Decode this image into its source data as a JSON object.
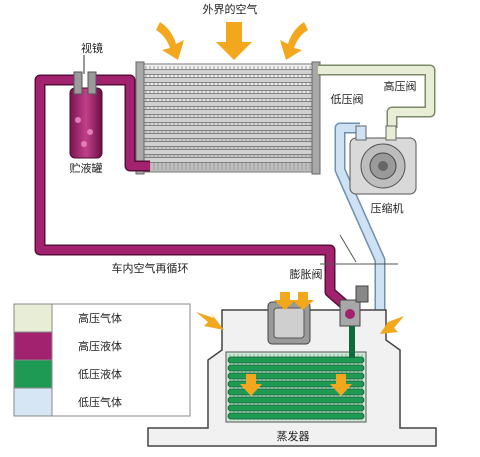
{
  "labels": {
    "outside_air": "外界的空气",
    "sight_glass": "视镜",
    "receiver_drier": "贮液罐",
    "high_pressure_valve": "高压阀",
    "low_pressure_valve": "低压阀",
    "compressor": "压缩机",
    "cabin_air_recirculation": "车内空气再循环",
    "expansion_valve": "膨胀阀",
    "evaporator": "蒸发器"
  },
  "legend": [
    {
      "label": "高压气体",
      "color": "#e8eed6"
    },
    {
      "label": "高压液体",
      "color": "#a2226f"
    },
    {
      "label": "低压液体",
      "color": "#1f9a55"
    },
    {
      "label": "低压气体",
      "color": "#d6e6f4"
    }
  ],
  "colors": {
    "high_pressure_gas": "#e8eed6",
    "high_pressure_liquid": "#a2226f",
    "low_pressure_liquid": "#1f9a55",
    "low_pressure_gas": "#cfe2f3",
    "airflow_arrow": "#f2a71c",
    "housing": "#f1f1f1"
  }
}
